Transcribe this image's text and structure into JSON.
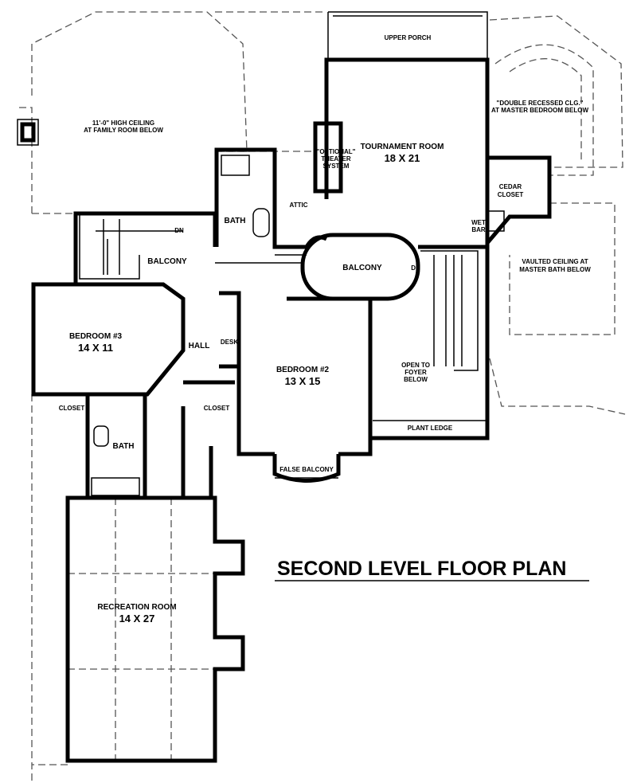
{
  "title": "SECOND LEVEL FLOOR PLAN",
  "rooms": {
    "upper_porch": "UPPER PORCH",
    "tournament": {
      "name": "TOURNAMENT ROOM",
      "size": "18 X 21"
    },
    "theater": [
      "\"OPTIONAL\"",
      "THEATER",
      "SYSTEM"
    ],
    "attic": "ATTIC",
    "cedar_closet": [
      "CEDAR",
      "CLOSET"
    ],
    "wet_bar": [
      "WET",
      "BAR"
    ],
    "bath_upper": "BATH",
    "balcony_left": "BALCONY",
    "balcony_center": "BALCONY",
    "bedroom3": {
      "name": "BEDROOM #3",
      "size": "14 X 11"
    },
    "bedroom2": {
      "name": "BEDROOM #2",
      "size": "13 X 15"
    },
    "hall": "HALL",
    "desk": "DESK",
    "closet_left": "CLOSET",
    "closet_mid": "CLOSET",
    "bath_lower": "BATH",
    "open_foyer": [
      "OPEN TO",
      "FOYER",
      "BELOW"
    ],
    "plant_ledge": "PLANT LEDGE",
    "false_balcony": "FALSE BALCONY",
    "recreation": {
      "name": "RECREATION ROOM",
      "size": "14 X 27"
    }
  },
  "notes": {
    "family_ceiling": [
      "11'-0\" HIGH CEILING",
      "AT FAMILY ROOM BELOW"
    ],
    "master_bedroom": [
      "\"DOUBLE RECESSED CLG.\"",
      "AT MASTER BEDROOM BELOW"
    ],
    "master_bath": [
      "VAULTED CEILING AT",
      "MASTER BATH BELOW"
    ],
    "dn_left": "DN",
    "dn_right": "DN"
  }
}
